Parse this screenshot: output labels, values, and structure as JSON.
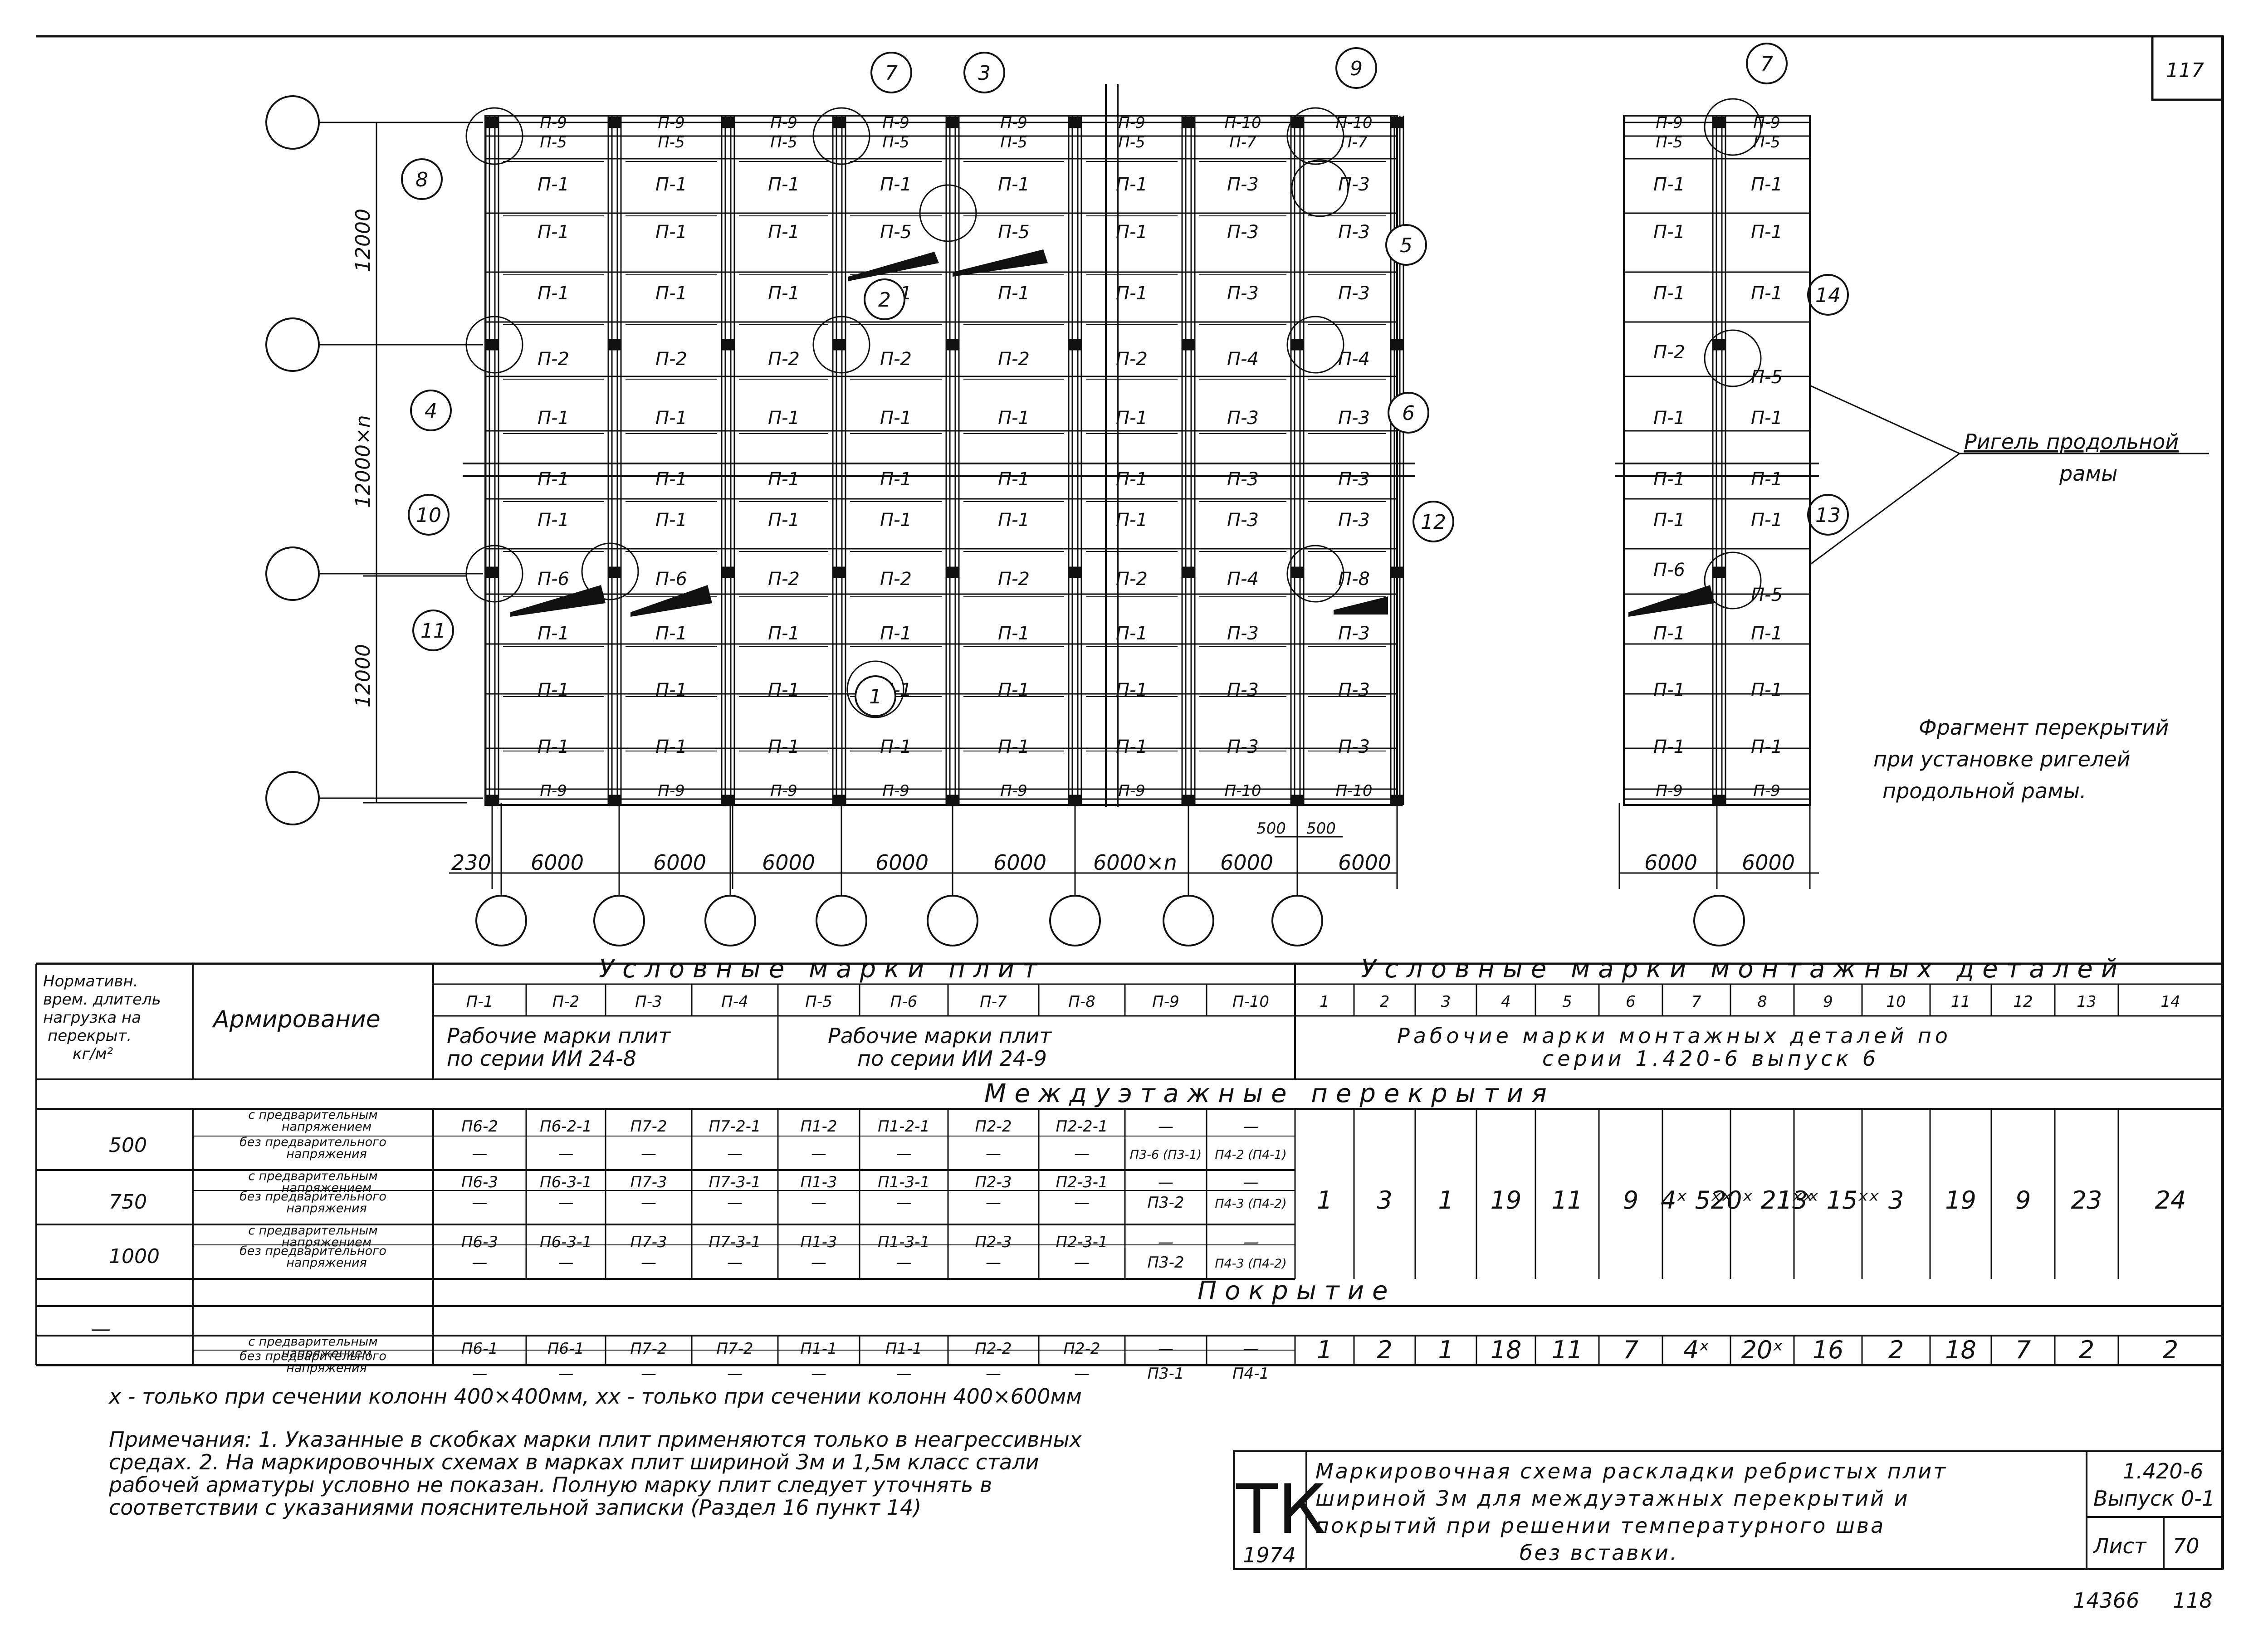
{
  "sheet": {
    "sheet_no_top": "117",
    "sheet_no_bottom": "118",
    "inventory_no": "14366"
  },
  "plan": {
    "rows": [
      [
        "П-9",
        "П-9",
        "П-9",
        "П-9",
        "П-9",
        "П-9",
        "П-10",
        "П-10"
      ],
      [
        "П-5",
        "П-5",
        "П-5",
        "П-5",
        "П-5",
        "П-5",
        "П-7",
        "П-7"
      ],
      [
        "П-1",
        "П-1",
        "П-1",
        "П-1",
        "П-1",
        "П-1",
        "П-3",
        "П-3"
      ],
      [
        "П-1",
        "П-1",
        "П-1",
        "П-5",
        "П-5",
        "П-1",
        "П-3",
        "П-3"
      ],
      [
        "П-1",
        "П-1",
        "П-1",
        "П-1",
        "П-1",
        "П-1",
        "П-3",
        "П-3"
      ],
      [
        "П-2",
        "П-2",
        "П-2",
        "П-2",
        "П-2",
        "П-2",
        "П-4",
        "П-4"
      ],
      [
        "П-1",
        "П-1",
        "П-1",
        "П-1",
        "П-1",
        "П-1",
        "П-3",
        "П-3"
      ],
      [
        "П-1",
        "П-1",
        "П-1",
        "П-1",
        "П-1",
        "П-1",
        "П-3",
        "П-3"
      ],
      [
        "П-1",
        "П-1",
        "П-1",
        "П-1",
        "П-1",
        "П-1",
        "П-3",
        "П-3"
      ],
      [
        "П-6",
        "П-6",
        "П-2",
        "П-2",
        "П-2",
        "П-2",
        "П-4",
        "П-8"
      ],
      [
        "П-1",
        "П-1",
        "П-1",
        "П-1",
        "П-1",
        "П-1",
        "П-3",
        "П-3"
      ],
      [
        "П-1",
        "П-1",
        "П-1",
        "П-1",
        "П-1",
        "П-1",
        "П-3",
        "П-3"
      ],
      [
        "П-1",
        "П-1",
        "П-1",
        "П-1",
        "П-1",
        "П-1",
        "П-3",
        "П-3"
      ],
      [
        "П-9",
        "П-9",
        "П-9",
        "П-9",
        "П-9",
        "П-9",
        "П-10",
        "П-10"
      ]
    ],
    "callouts": [
      "1",
      "2",
      "3",
      "4",
      "5",
      "6",
      "7",
      "8",
      "9",
      "10",
      "11",
      "12",
      "13",
      "14"
    ],
    "dim_vertical": [
      "12000",
      "12000×n",
      "12000"
    ],
    "dim_bottom": [
      "230",
      "6000",
      "6000",
      "6000",
      "6000",
      "6000",
      "6000×n",
      "6000",
      "6000"
    ],
    "dim_small": [
      "500",
      "500"
    ],
    "side_rows": [
      [
        "П-9",
        "П-9"
      ],
      [
        "П-5",
        "П-5"
      ],
      [
        "П-1",
        "П-1"
      ],
      [
        "П-1",
        "П-1"
      ],
      [
        "П-1",
        "П-1"
      ],
      [
        "П-2",
        "П-5"
      ],
      [
        "П-1",
        "П-1"
      ],
      [
        "П-1",
        "П-1"
      ],
      [
        "П-1",
        "П-1"
      ],
      [
        "П-6",
        "П-5"
      ],
      [
        "П-1",
        "П-1"
      ],
      [
        "П-1",
        "П-1"
      ],
      [
        "П-1",
        "П-1"
      ],
      [
        "П-9",
        "П-9"
      ]
    ],
    "side_dims": [
      "6000",
      "6000"
    ],
    "rigel_label_1": "Ригель продольной",
    "rigel_label_2": "рамы",
    "fragment_caption_1": "Фрагмент перекрытий",
    "fragment_caption_2": "при установке ригелей",
    "fragment_caption_3": "продольной рамы."
  },
  "table": {
    "col1_header": [
      "Нормативн.",
      "врем. длитель",
      "нагрузка на",
      "перекрыт.",
      "кг/м²"
    ],
    "armirovanie": "Армирование",
    "plates_header": "Условные марки плит",
    "details_header": "Условные марки монтажных деталей",
    "plate_codes": [
      "П-1",
      "П-2",
      "П-3",
      "П-4",
      "П-5",
      "П-6",
      "П-7",
      "П-8",
      "П-9",
      "П-10"
    ],
    "detail_codes": [
      "1",
      "2",
      "3",
      "4",
      "5",
      "6",
      "7",
      "8",
      "9",
      "10",
      "11",
      "12",
      "13",
      "14"
    ],
    "working_plates_a_1": "Рабочие марки плит",
    "working_plates_a_2": "по серии ИИ 24-8",
    "working_plates_b_1": "Рабочие марки плит",
    "working_plates_b_2": "по серии ИИ 24-9",
    "working_details_1": "Рабочие марки монтажных деталей по",
    "working_details_2": "серии 1.420-6 выпуск 6",
    "section_floor": "Междуэтажные перекрытия",
    "section_roof": "Покрытие",
    "prestress_1": "с предварительным",
    "prestress_2": "напряжением",
    "noprestress_1": "без предварительного",
    "noprestress_2": "напряжения",
    "loads": [
      "500",
      "750",
      "1000",
      "—"
    ],
    "rows": [
      [
        "П6-2",
        "П6-2-1",
        "П7-2",
        "П7-2-1",
        "П1-2",
        "П1-2-1",
        "П2-2",
        "П2-2-1",
        "—",
        "—"
      ],
      [
        "—",
        "—",
        "—",
        "—",
        "—",
        "—",
        "—",
        "—",
        "П3-6 (П3-1)",
        "П4-2 (П4-1)"
      ],
      [
        "П6-3",
        "П6-3-1",
        "П7-3",
        "П7-3-1",
        "П1-3",
        "П1-3-1",
        "П2-3",
        "П2-3-1",
        "—",
        "—"
      ],
      [
        "—",
        "—",
        "—",
        "—",
        "—",
        "—",
        "—",
        "—",
        "П3-2",
        "П4-3 (П4-2)"
      ],
      [
        "П6-3",
        "П6-3-1",
        "П7-3",
        "П7-3-1",
        "П1-3",
        "П1-3-1",
        "П2-3",
        "П2-3-1",
        "—",
        "—"
      ],
      [
        "—",
        "—",
        "—",
        "—",
        "—",
        "—",
        "—",
        "—",
        "П3-2",
        "П4-3 (П4-2)"
      ],
      [
        "П6-1",
        "П6-1",
        "П7-2",
        "П7-2",
        "П1-1",
        "П1-1",
        "П2-2",
        "П2-2",
        "—",
        "—"
      ],
      [
        "—",
        "—",
        "—",
        "—",
        "—",
        "—",
        "—",
        "—",
        "П3-1",
        "П4-1"
      ]
    ],
    "floor_details": [
      "1",
      "3",
      "1",
      "19",
      "11",
      "9",
      "4ˣ 5ˣˣ",
      "20ˣ 21ˣˣ",
      "13ˣ 15ˣˣ",
      "3",
      "19",
      "9",
      "23",
      "24"
    ],
    "roof_details": [
      "1",
      "2",
      "1",
      "18",
      "11",
      "7",
      "4ˣ",
      "20ˣ",
      "16",
      "2",
      "18",
      "7",
      "2",
      "2"
    ]
  },
  "notes": {
    "footnote": "х - только при сечении колонн 400×400мм, хх - только при сечении колонн 400×600мм",
    "remarks_1": "Примечания: 1. Указанные в скобках марки плит применяются только в неагрессивных",
    "remarks_2": "средах. 2. На маркировочных схемах в марках плит шириной 3м и 1,5м класс стали",
    "remarks_3": "рабочей арматуры условно не показан. Полную марку плит следует уточнять в",
    "remarks_4": "соответствии с указаниями пояснительной записки (Раздел 16 пункт 14)"
  },
  "titleblock": {
    "logo": "ТК",
    "year": "1974",
    "title_1": "Маркировочная схема раскладки ребристых плит",
    "title_2": "шириной 3м для междуэтажных перекрытий и",
    "title_3": "покрытий при решении температурного шва",
    "title_4": "без вставки.",
    "series": "1.420-6",
    "issue": "Выпуск 0-1",
    "sheet_label": "Лист",
    "sheet_value": "70"
  }
}
